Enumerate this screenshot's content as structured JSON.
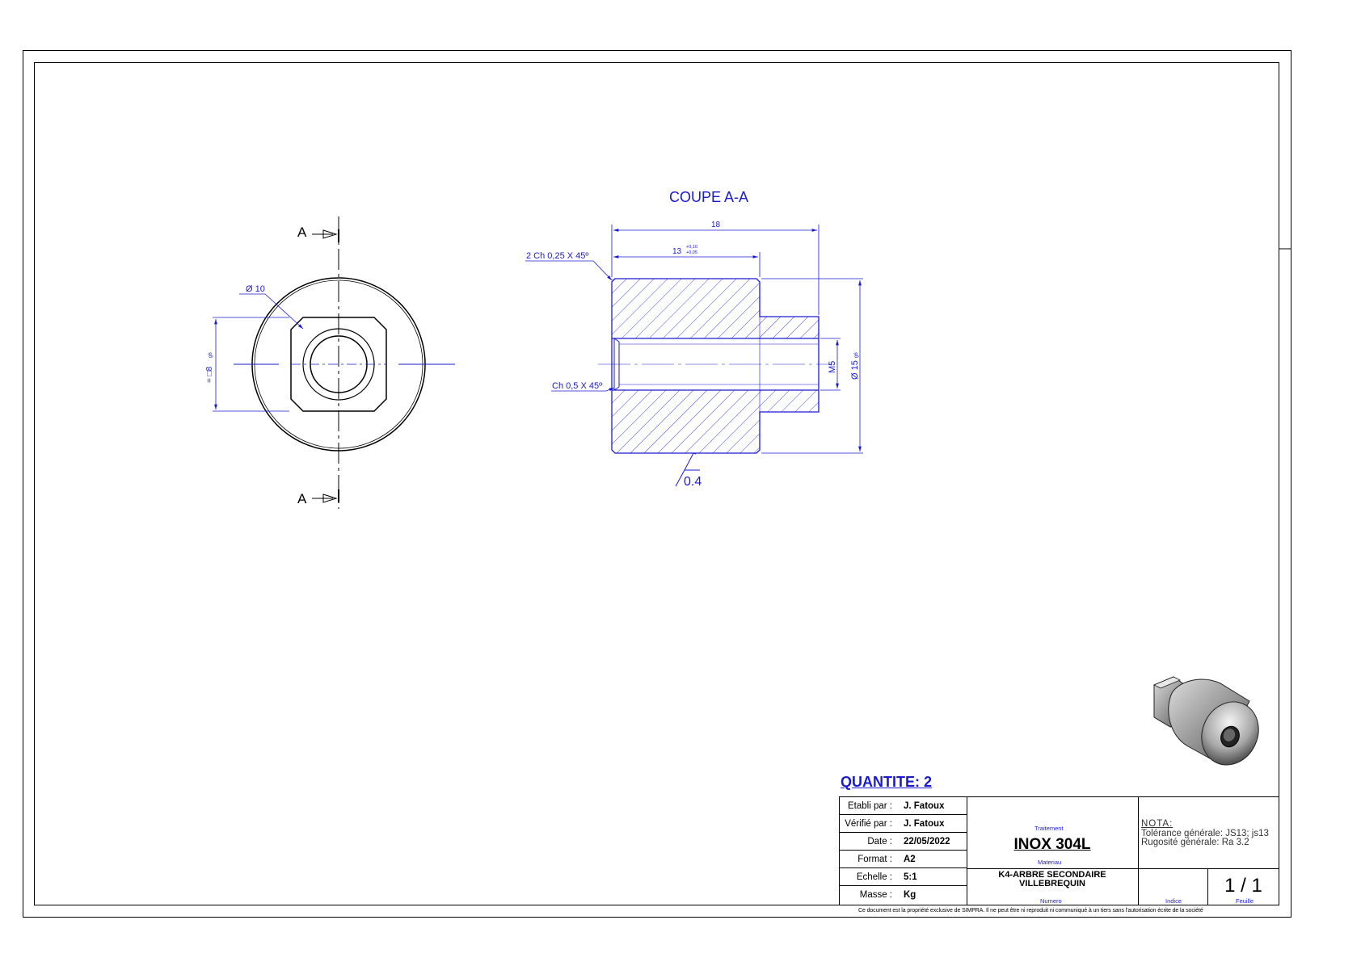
{
  "section_title": "COUPE A-A",
  "section_marks": {
    "top": "A",
    "bottom": "A"
  },
  "dimensions": {
    "total_length": "18",
    "shoulder_length": "13",
    "shoulder_tol_upper": "+0,10",
    "shoulder_tol_lower": "+0,05",
    "chamfer_outer": "2 Ch 0,25 X 45º",
    "chamfer_inner": "Ch 0,5 X 45º",
    "thread": "M5",
    "outer_diameter": "Ø 15",
    "outer_diameter_tol": "g6",
    "square_size": "= □8",
    "square_tol": "g6",
    "square_diameter": "Ø 10",
    "roughness": "0.4"
  },
  "quantite": "QUANTITE: 2",
  "title_block": {
    "rows": [
      {
        "label": "Etabli par :",
        "value": "J. Fatoux"
      },
      {
        "label": "Vérifié par :",
        "value": "J. Fatoux"
      },
      {
        "label": "Date :",
        "value": "22/05/2022"
      },
      {
        "label": "Format :",
        "value": "A2"
      },
      {
        "label": "Echelle :",
        "value": "5:1"
      },
      {
        "label": "Masse :",
        "value": "Kg"
      }
    ],
    "traitement_label": "Traitement",
    "material": "INOX 304L",
    "material_label": "Materiau",
    "part_name_line1": "K4-ARBRE SECONDAIRE",
    "part_name_line2": "VILLEBREQUIN",
    "numero_label": "Numero",
    "nota_title": "NOTA:",
    "nota_line1": "Tolérance générale: JS13; js13",
    "nota_line2": "Rugosité générale: Ra 3.2",
    "indice_label": "Indice",
    "sheet": "1 / 1",
    "feuille_label": "Feuille"
  },
  "disclaimer": "Ce document est la propriété exclusive de SIMPRA. Il ne peut être ni reproduit ni communiqué à un tiers sans l'autorisation écrite de la société",
  "colors": {
    "dimension": "#1a1ad1",
    "outline": "#000000"
  }
}
